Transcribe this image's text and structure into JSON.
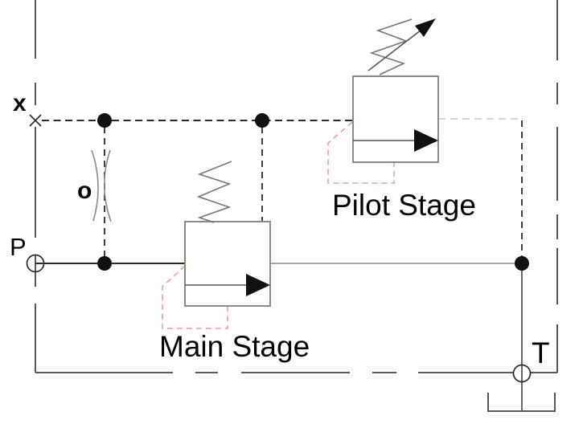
{
  "diagram": {
    "type": "hydraulic-schematic",
    "subject": "pilot-operated pressure relief valve circuit",
    "labels": {
      "port_x": "x",
      "port_p": "P",
      "port_t": "T",
      "orifice": "o",
      "main_stage": "Main Stage",
      "pilot_stage": "Pilot Stage"
    },
    "colors": {
      "line_dark": "#2b2b2b",
      "line_gray": "#8a8a8a",
      "spring_gray": "#777777",
      "enclosure_gray": "#565656",
      "pilot_red": "#f39a9a",
      "faint_dash": "#c6c6c6",
      "fill_black": "#111111",
      "text_black": "#000000"
    }
  }
}
